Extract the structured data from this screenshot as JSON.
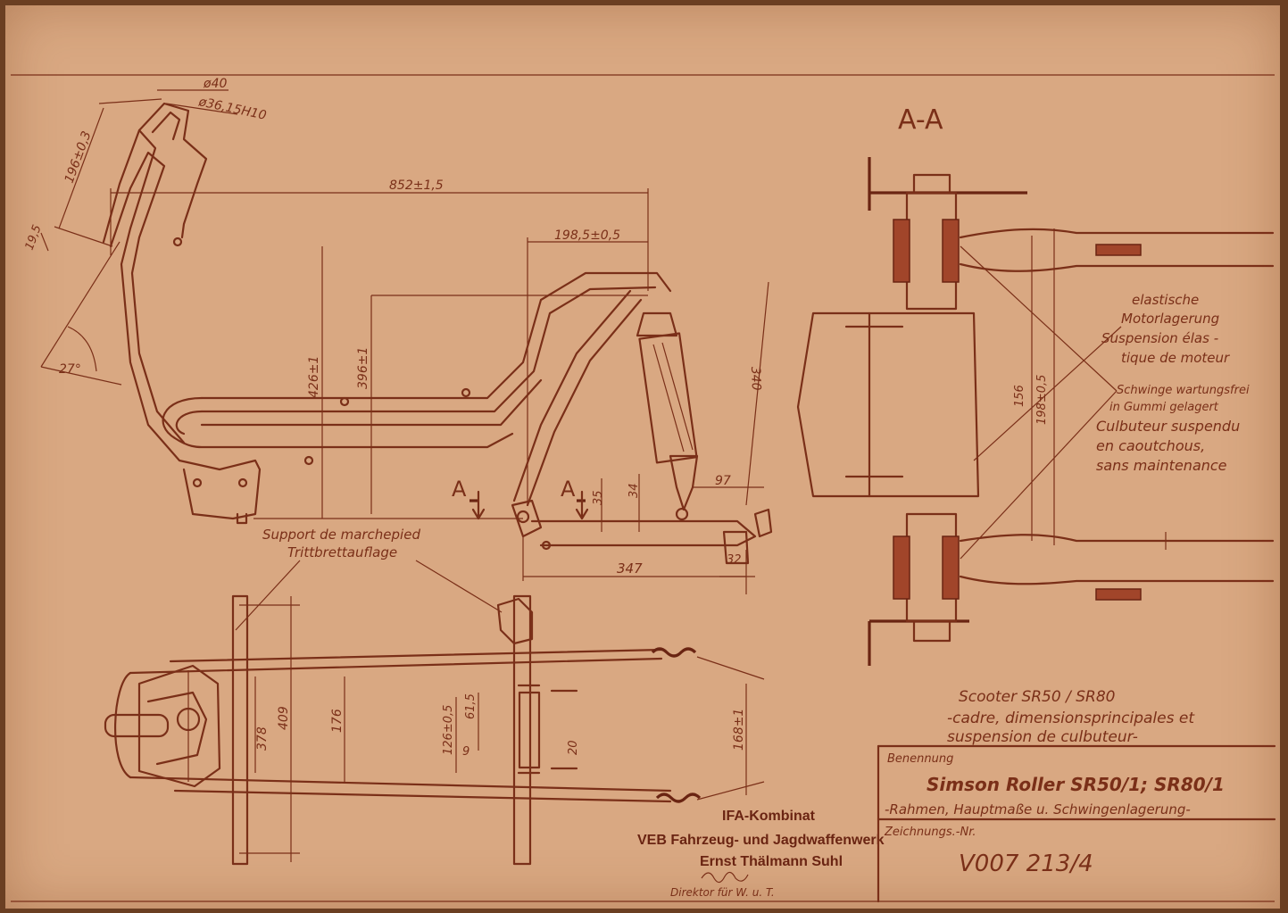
{
  "section": {
    "label": "A-A"
  },
  "dimensions": {
    "d40": "ø40",
    "d36": "ø36,15H10",
    "d196": "196±0,3",
    "d19": "19,5",
    "d27": "27°",
    "d852": "852±1,5",
    "d1985": "198,5±0,5",
    "d426": "426±1",
    "d396": "396±1",
    "d340": "340",
    "d35": "35",
    "d34": "34",
    "d97": "97",
    "d347": "347",
    "d32": "32",
    "d156": "156",
    "d198": "198±0,5",
    "d378": "378",
    "d409": "409",
    "d176": "176",
    "d126": "126±0,5",
    "d615": "61,5",
    "d9": "9",
    "d20": "20",
    "d168": "168±1"
  },
  "section_marks": {
    "left": "A",
    "right": "A"
  },
  "annotations": {
    "support_fr": "Support de marchepied",
    "support_de": "Trittbrettauflage",
    "elastic_1": "elastische",
    "elastic_2": "Motorlagerung",
    "elastic_3": "Suspension élas -",
    "elastic_4": "tique de moteur",
    "swing_1": "Schwinge wartungsfrei",
    "swing_2": "in Gummi gelagert",
    "swing_3": "Culbuteur suspendu",
    "swing_4": "en caoutchous,",
    "swing_5": "sans maintenance",
    "scooter_1": "Scooter SR50 / SR80",
    "scooter_2": "-cadre, dimensionsprincipales et",
    "scooter_3": "suspension de culbuteur-"
  },
  "stamp": {
    "line1": "IFA-Kombinat",
    "line2": "VEB Fahrzeug- und Jagdwaffenwerk",
    "line3": "Ernst Thälmann Suhl",
    "line4": "Direktor für W. u. T."
  },
  "titleblock": {
    "benennung_label": "Benennung",
    "title": "Simson Roller SR50/1; SR80/1",
    "subtitle": "-Rahmen, Hauptmaße u. Schwingenlagerung-",
    "zeichnung_label": "Zeichnungs.-Nr.",
    "number": "V007 213/4"
  }
}
